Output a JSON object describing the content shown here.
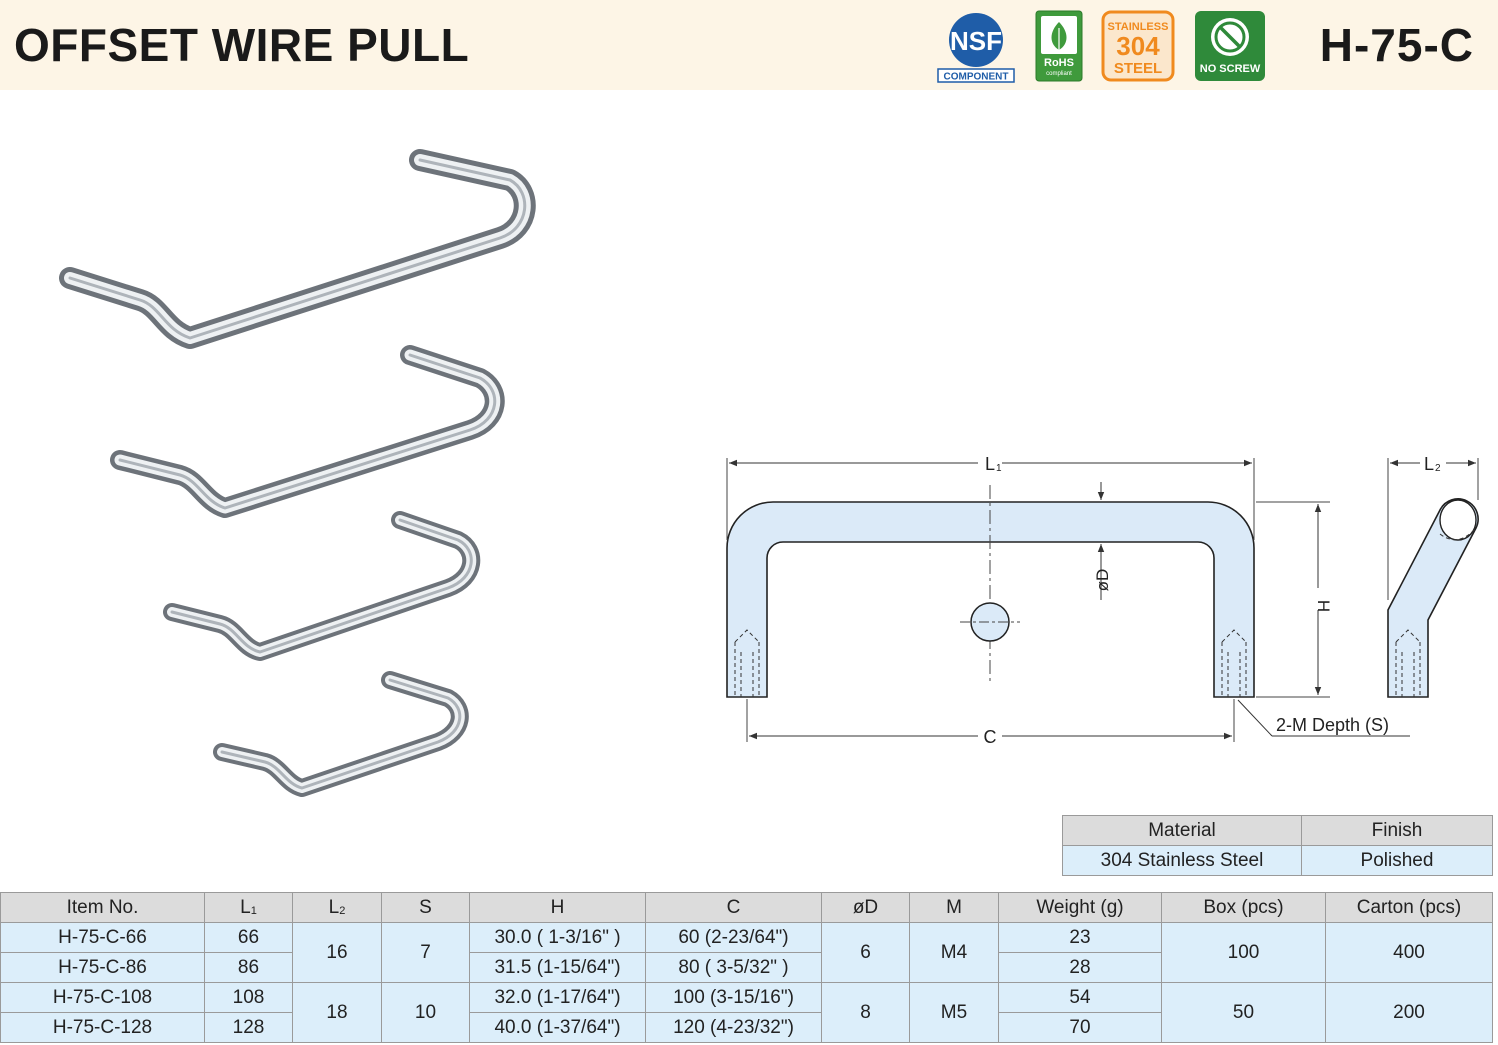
{
  "header": {
    "title": "OFFSET WIRE PULL",
    "code": "H-75-C",
    "badges": {
      "nsf": "NSF",
      "nsf_sub": "COMPONENT",
      "rohs": "RoHS",
      "rohs_sub": "compliant",
      "stainless_top": "STAINLESS",
      "stainless_num": "304",
      "stainless_bottom": "STEEL",
      "noscrew": "NO SCREW"
    },
    "colors": {
      "nsf": "#1f5da8",
      "rohs": "#3f9a3c",
      "stainless": "#f08a1e",
      "noscrew": "#2f8a3a"
    }
  },
  "drawing": {
    "l1": "L",
    "l1_sub": "1",
    "l2": "L",
    "l2_sub": "2",
    "h": "H",
    "c": "C",
    "od": "øD",
    "thread": "2-M Depth (S)"
  },
  "material_table": {
    "headers": [
      "Material",
      "Finish"
    ],
    "row": [
      "304 Stainless Steel",
      "Polished"
    ]
  },
  "spec_table": {
    "headers": [
      "Item No.",
      "L",
      "L",
      "S",
      "H",
      "C",
      "øD",
      "M",
      "Weight (g)",
      "Box (pcs)",
      "Carton (pcs)"
    ],
    "header_subs": [
      "",
      "1",
      "2",
      "",
      "",
      "",
      "",
      "",
      "",
      "",
      ""
    ],
    "rows": [
      {
        "item": "H-75-C-66",
        "l1": "66",
        "h": "30.0 ( 1-3/16\" )",
        "c": "60  (2-23/64\")",
        "weight": "23"
      },
      {
        "item": "H-75-C-86",
        "l1": "86",
        "h": "31.5 (1-15/64\")",
        "c": "80  ( 3-5/32\" )",
        "weight": "28"
      },
      {
        "item": "H-75-C-108",
        "l1": "108",
        "h": "32.0 (1-17/64\")",
        "c": "100  (3-15/16\")",
        "weight": "54"
      },
      {
        "item": "H-75-C-128",
        "l1": "128",
        "h": "40.0 (1-37/64\")",
        "c": "120  (4-23/32\")",
        "weight": "70"
      }
    ],
    "groups": [
      {
        "l2": "16",
        "s": "7",
        "od": "6",
        "m": "M4",
        "box": "100",
        "carton": "400"
      },
      {
        "l2": "18",
        "s": "10",
        "od": "8",
        "m": "M5",
        "box": "50",
        "carton": "200"
      }
    ]
  }
}
